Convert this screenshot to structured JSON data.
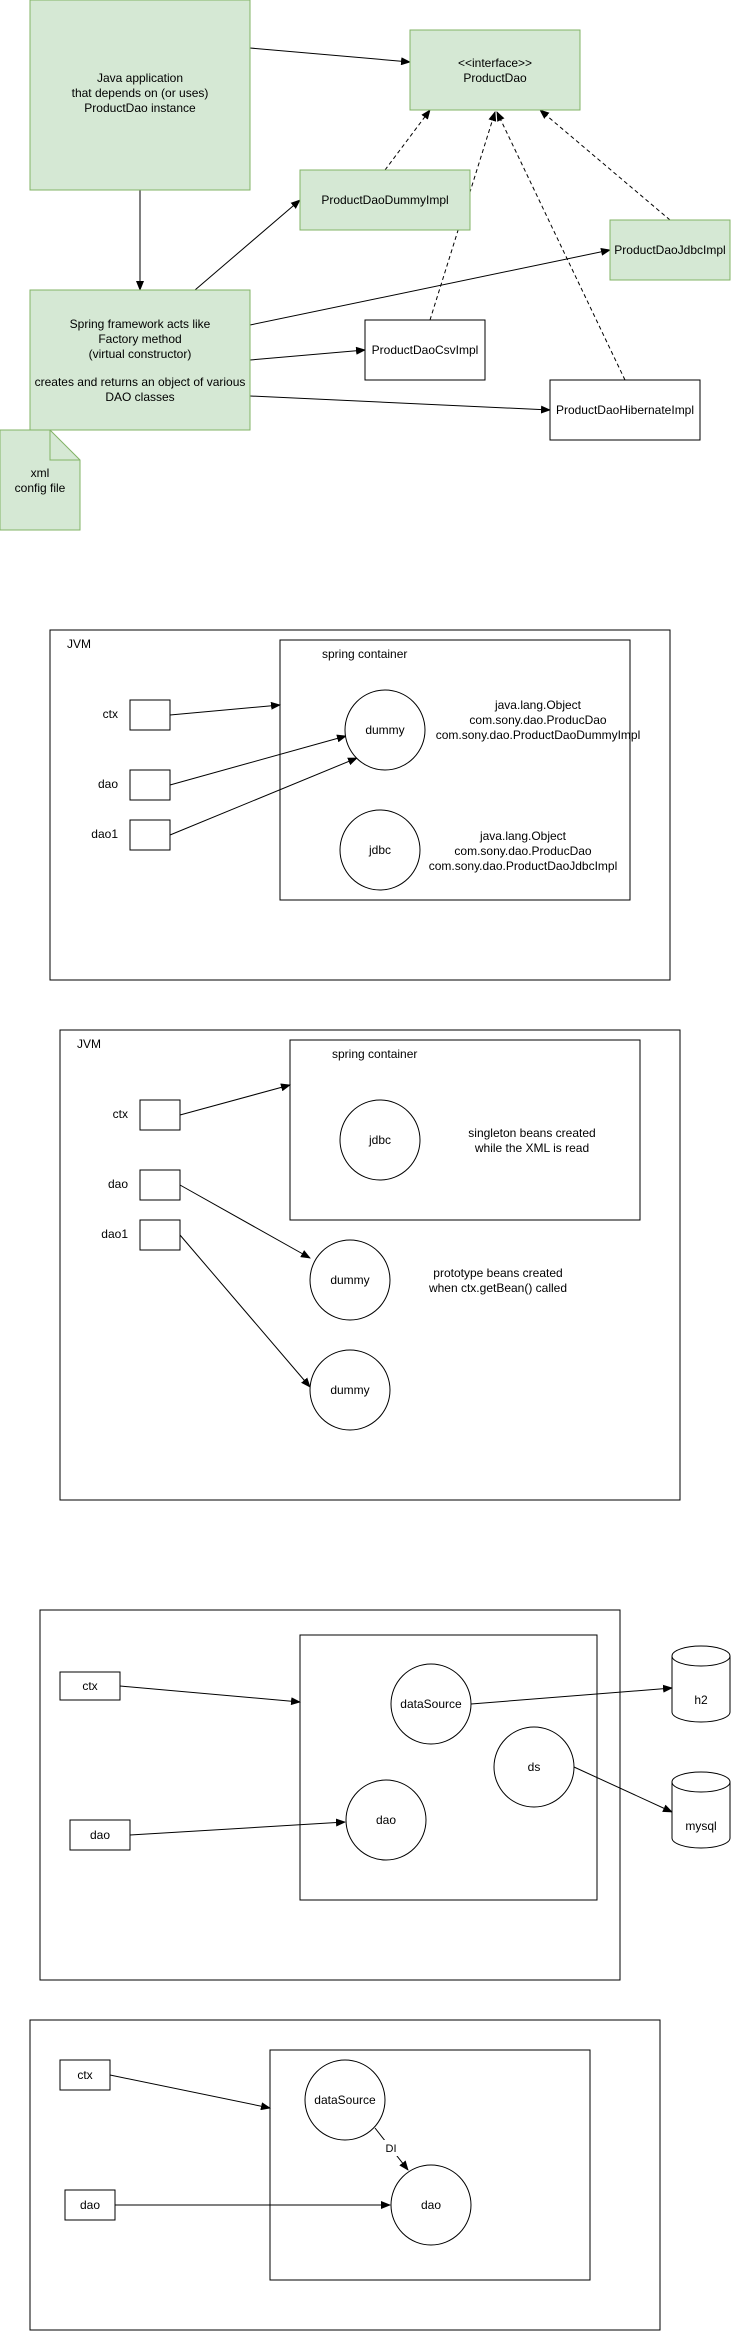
{
  "d1": {
    "java_app": [
      "Java application",
      "that depends on (or uses)",
      "ProductDao instance"
    ],
    "interface": [
      "<<interface>>",
      "ProductDao"
    ],
    "dummy_impl": "ProductDaoDummyImpl",
    "jdbc_impl": "ProductDaoJdbcImpl",
    "csv_impl": "ProductDaoCsvImpl",
    "hibernate_impl": "ProductDaoHibernateImpl",
    "spring": [
      "Spring framework acts like",
      "Factory method",
      "(virtual constructor)",
      "",
      "creates and returns an object of various",
      "DAO classes"
    ],
    "xml_note": [
      "xml",
      "config file"
    ]
  },
  "d2": {
    "jvm": "JVM",
    "container": "spring container",
    "ctx": "ctx",
    "dao": "dao",
    "dao1": "dao1",
    "dummy": "dummy",
    "jdbc": "jdbc",
    "dummy_types": [
      "java.lang.Object",
      "com.sony.dao.ProducDao",
      "com.sony.dao.ProductDaoDummyImpl"
    ],
    "jdbc_types": [
      "java.lang.Object",
      "com.sony.dao.ProducDao",
      "com.sony.dao.ProductDaoJdbcImpl"
    ]
  },
  "d3": {
    "jvm": "JVM",
    "container": "spring container",
    "ctx": "ctx",
    "dao": "dao",
    "dao1": "dao1",
    "jdbc": "jdbc",
    "singleton_note": [
      "singleton beans created",
      "while the XML is read"
    ],
    "dummy": "dummy",
    "dummy2": "dummy",
    "prototype_note": [
      "prototype beans created",
      "when ctx.getBean() called"
    ]
  },
  "d4": {
    "ctx": "ctx",
    "dao": "dao",
    "datasource": "dataSource",
    "ds": "ds",
    "dao_bean": "dao",
    "h2": "h2",
    "mysql": "mysql"
  },
  "d5": {
    "ctx": "ctx",
    "dao": "dao",
    "datasource": "dataSource",
    "dao_bean": "dao",
    "di": "DI"
  }
}
